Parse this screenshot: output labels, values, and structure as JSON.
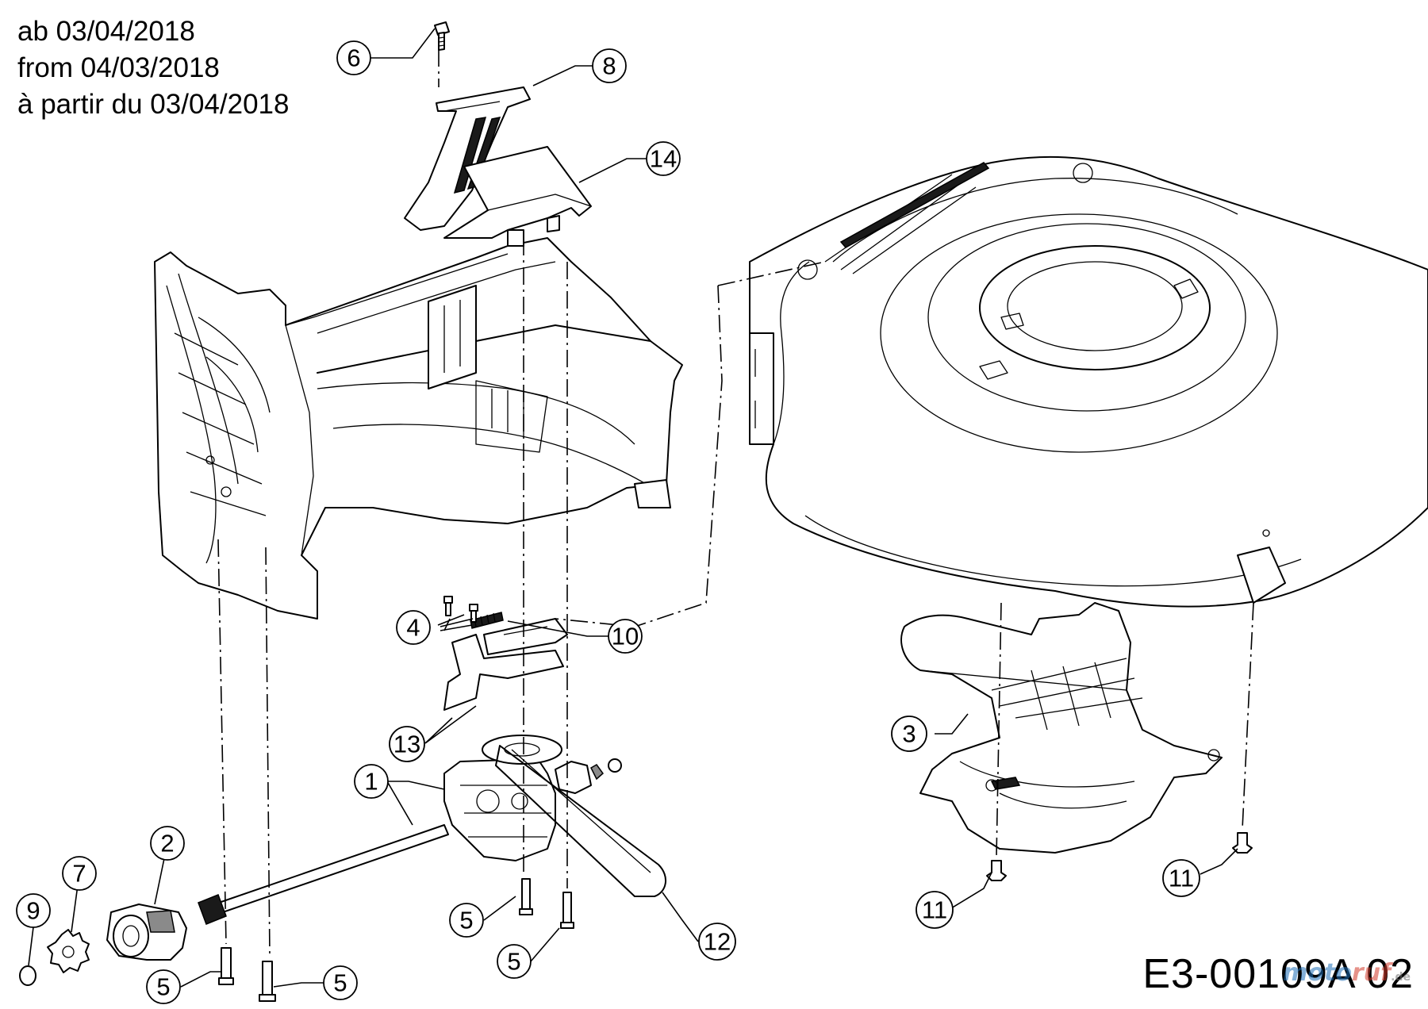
{
  "header": {
    "line_de": "ab 03/04/2018",
    "line_en": "from 04/03/2018",
    "line_fr": "à partir du 03/04/2018"
  },
  "reference": "E3-00109A 02",
  "watermark": {
    "part_a": "moto",
    "part_b": "ruf",
    "suffix": ".de"
  },
  "callouts": {
    "c1": "1",
    "c2": "2",
    "c3": "3",
    "c4": "4",
    "c5a": "5",
    "c5b": "5",
    "c5c": "5",
    "c5d": "5",
    "c6": "6",
    "c7": "7",
    "c8": "8",
    "c9": "9",
    "c10": "10",
    "c11a": "11",
    "c11b": "11",
    "c12": "12",
    "c13": "13",
    "c14": "14"
  },
  "icons": {
    "deck": "mower-deck-icon",
    "frame": "rear-frame-icon",
    "gearbox": "gearbox-icon",
    "chute": "discharge-chute-icon"
  }
}
